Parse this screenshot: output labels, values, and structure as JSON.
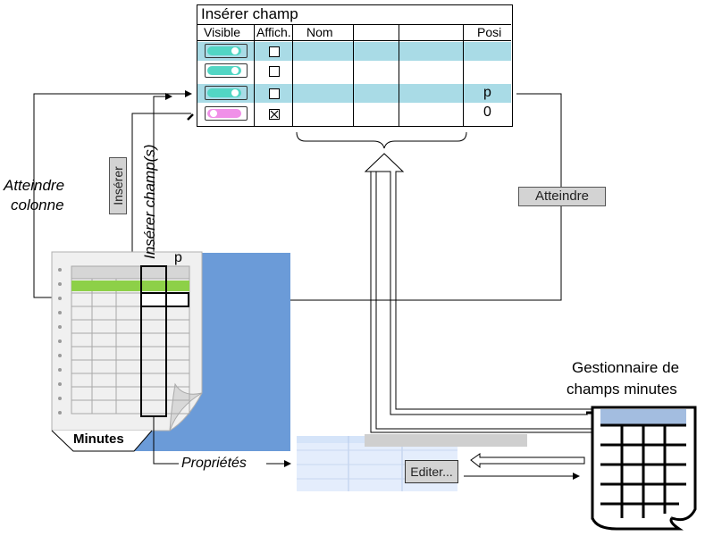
{
  "field_table": {
    "title": "Insérer champ",
    "columns": [
      "Visible",
      "Affich.",
      "Nom",
      "",
      "",
      "Posi"
    ],
    "rows": [
      {
        "highlight": true,
        "toggle": "on",
        "toggle_color": "#52d6c4",
        "checkbox": "empty",
        "posi": ""
      },
      {
        "highlight": false,
        "toggle": "on",
        "toggle_color": "#52d6c4",
        "checkbox": "empty",
        "posi": ""
      },
      {
        "highlight": true,
        "toggle": "on",
        "toggle_color": "#52d6c4",
        "checkbox": "empty",
        "posi": "p"
      },
      {
        "highlight": false,
        "toggle": "off",
        "toggle_color": "#f090e8",
        "checkbox": "crossed",
        "posi": "0"
      }
    ]
  },
  "labels": {
    "atteindre_colonne_1": "Atteindre",
    "atteindre_colonne_2": "colonne",
    "inserer": "Insérer",
    "inserer_champs": "Insérer champ(s)",
    "atteindre": "Atteindre",
    "minutes": "Minutes",
    "p": "p",
    "proprietes": "Propriétés",
    "editer": "Editer...",
    "gestionnaire_1": "Gestionnaire de",
    "gestionnaire_2": "champs minutes"
  },
  "colors": {
    "row_highlight": "#a9dbe6",
    "blue_panel": "#6b9bd8",
    "green_row": "#8dd048",
    "button_gray": "#d3d3d3",
    "calendar_header": "#a3bde0"
  },
  "icons": [
    "arrow-icon",
    "spreadsheet-icon",
    "calendar-icon",
    "brace-icon"
  ]
}
